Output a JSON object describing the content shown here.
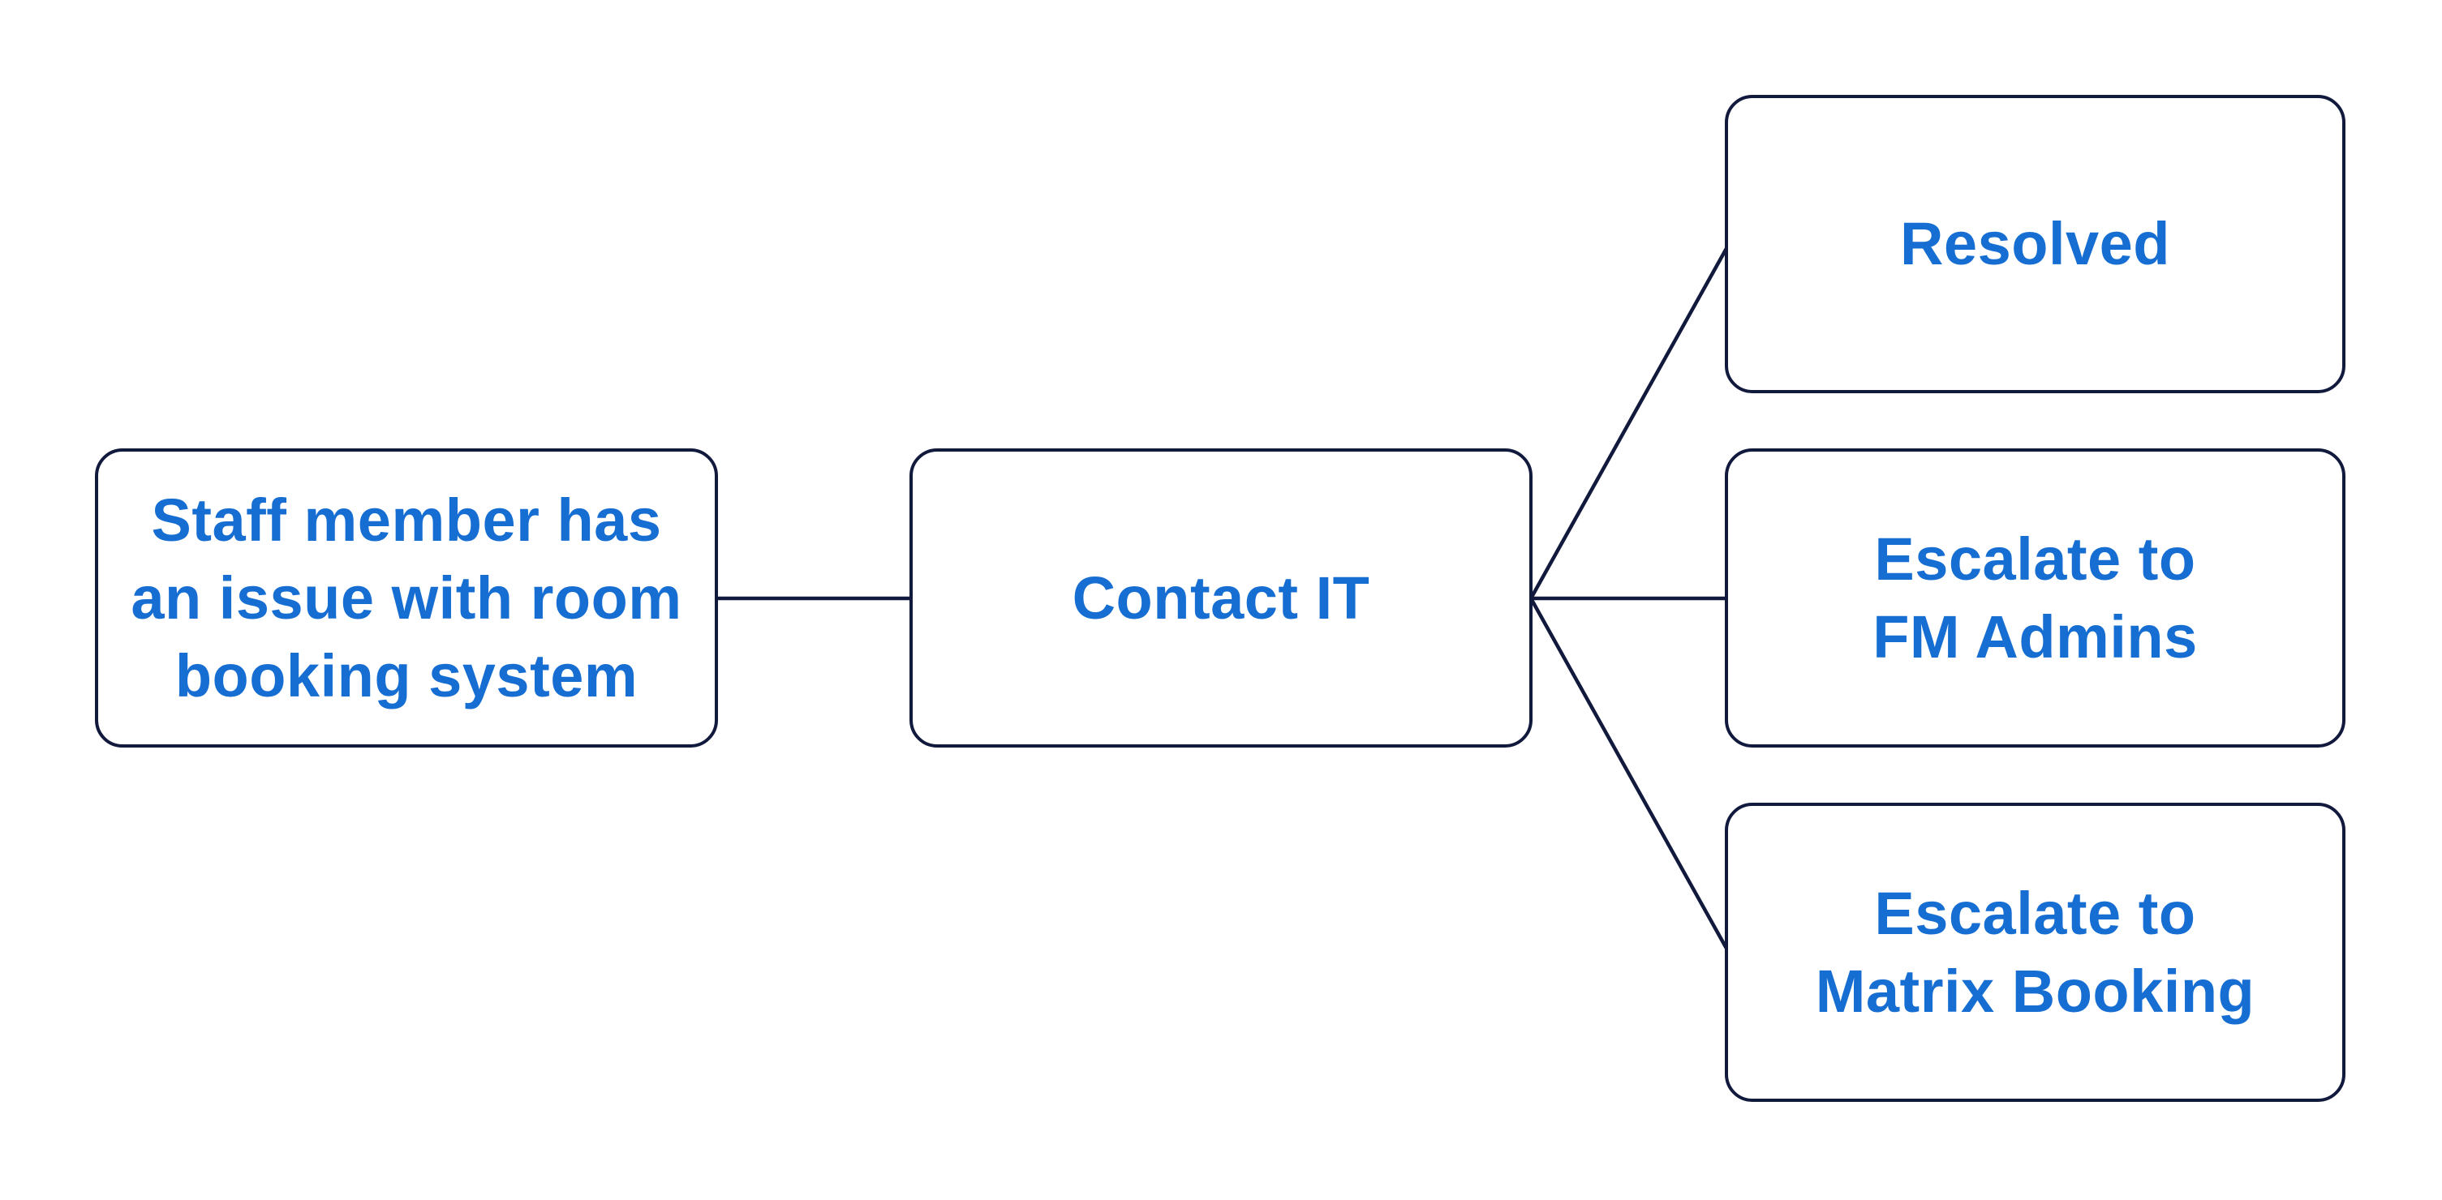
{
  "diagram": {
    "colors": {
      "background": "#FFFFFF",
      "node_fill": "#FFFFFF",
      "node_border": "#111A3C",
      "node_text": "#176ED2",
      "connector": "#111A3C"
    },
    "nodes": [
      {
        "id": "start",
        "lines": [
          "Staff member has",
          "an issue with room",
          "booking system"
        ]
      },
      {
        "id": "contact-it",
        "lines": [
          "Contact IT"
        ]
      },
      {
        "id": "resolved",
        "lines": [
          "Resolved"
        ]
      },
      {
        "id": "escalate-fm-admins",
        "lines": [
          "Escalate to",
          "FM Admins"
        ]
      },
      {
        "id": "escalate-matrix-booking",
        "lines": [
          "Escalate to",
          "Matrix Booking"
        ]
      }
    ],
    "edges": [
      {
        "from": "start",
        "to": "contact-it"
      },
      {
        "from": "contact-it",
        "to": "resolved"
      },
      {
        "from": "contact-it",
        "to": "escalate-fm-admins"
      },
      {
        "from": "contact-it",
        "to": "escalate-matrix-booking"
      }
    ]
  }
}
